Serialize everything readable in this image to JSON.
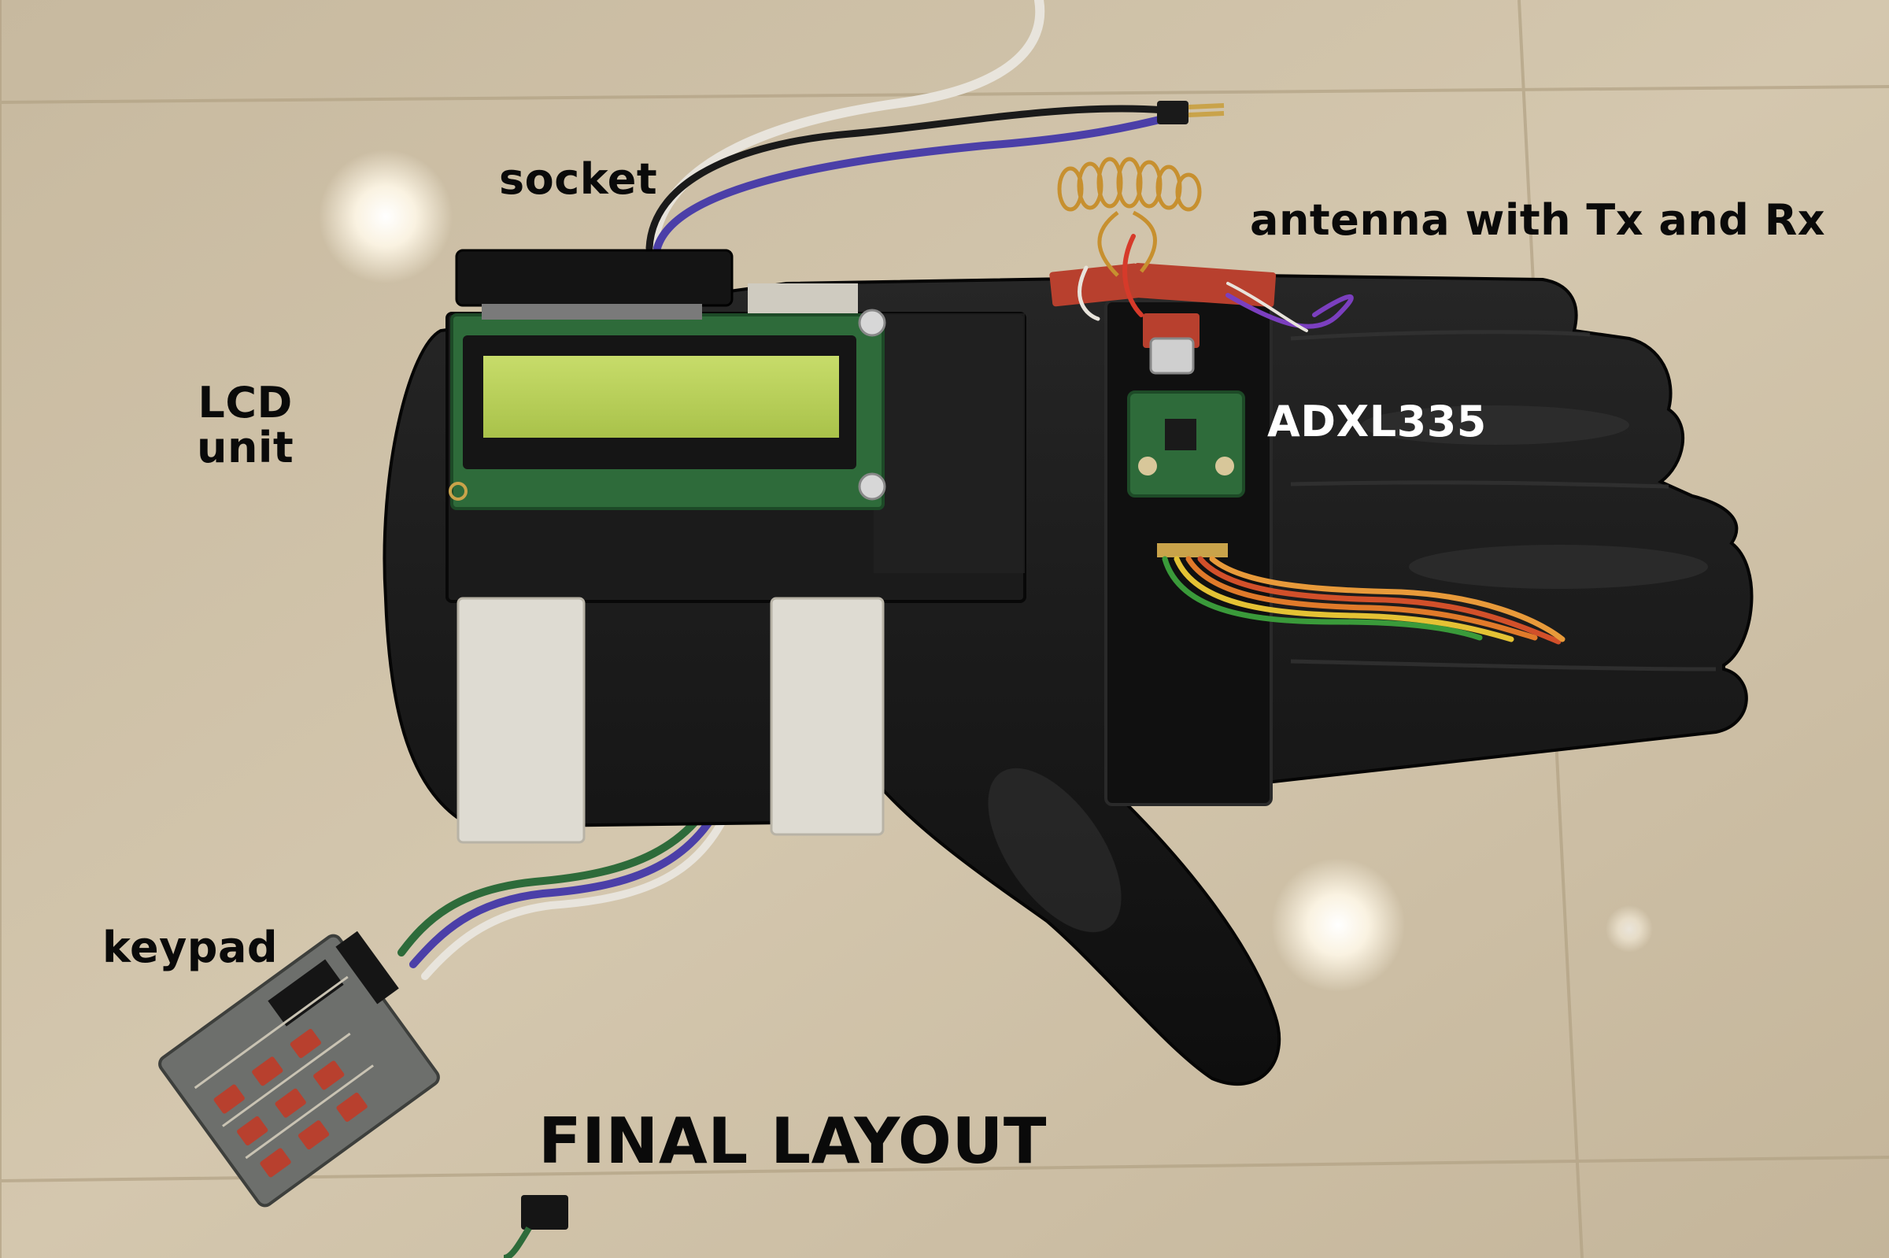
{
  "labels": {
    "socket": "socket",
    "antenna": "antenna with Tx and Rx",
    "lcd_line1": "LCD",
    "lcd_line2": "unit",
    "adxl": "ADXL335",
    "keypad": "keypad",
    "final_layout": "FINAL LAYOUT"
  },
  "colors": {
    "floor": "#c9bba2",
    "glove": "#151515",
    "lcd_screen": "#b7cf57",
    "pcb_green": "#2e6b3a",
    "antenna_pcb": "#b8402e",
    "strap": "#dedbd2"
  }
}
